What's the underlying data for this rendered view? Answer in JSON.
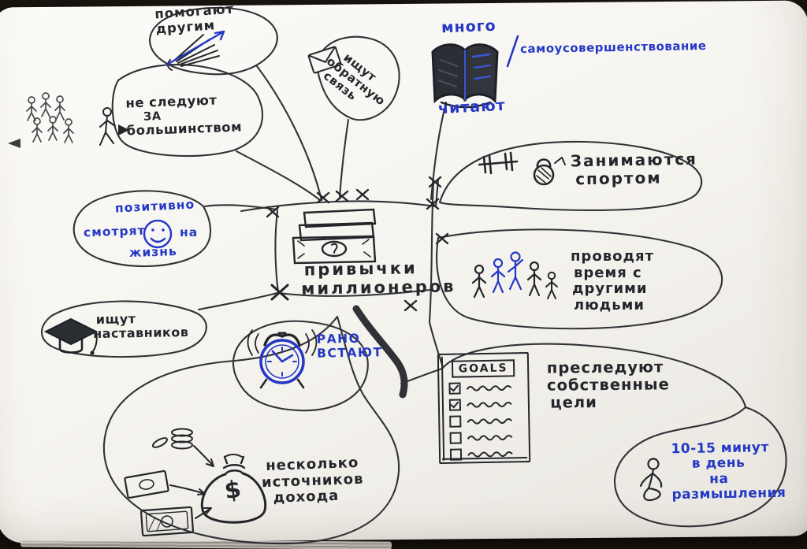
{
  "colors": {
    "ink": "#24262b",
    "blue": "#2438c6",
    "paper": "#f6f4ef"
  },
  "center": {
    "l1": "привычки",
    "l2": "миллионеров"
  },
  "nodes": {
    "help": {
      "l1": "помогают",
      "l2": "другим"
    },
    "follow": {
      "l1": "не следуют",
      "l2": "ЗА",
      "l3": "большинством"
    },
    "feedback": {
      "l1": "ищут",
      "l2": "обратную",
      "l3": "связь"
    },
    "read": {
      "l1": "много",
      "l2": "читают"
    },
    "self_improvement": {
      "label": "самоусовершенствование"
    },
    "sport": {
      "l1": "Занимаются",
      "l2": "спортом"
    },
    "people": {
      "l1": "проводят",
      "l2": "время с",
      "l3": "другими",
      "l4": "людьми"
    },
    "goals": {
      "l1": "преследуют",
      "l2": "собственные",
      "l3": "цели"
    },
    "reflect": {
      "l1": "10-15 минут",
      "l2": "в день",
      "l3": "на",
      "l4": "размышления"
    },
    "income": {
      "l1": "несколько",
      "l2": "источников",
      "l3": "дохода"
    },
    "early": {
      "l1": "РАНО",
      "l2": "ВСТАЮТ"
    },
    "mentors": {
      "l1": "ищут",
      "l2": "наставников"
    },
    "positive": {
      "l1": "позитивно",
      "l2": "смотрят",
      "l3": "на",
      "l4": "жизнь"
    }
  },
  "goals_box": {
    "title": "GOALS"
  },
  "moneybag": {
    "symbol": "$"
  },
  "icons": {
    "book": "open-book",
    "envelope": "mail-envelope",
    "dumbbell": "barbell",
    "kettlebell": "kettlebell",
    "alarm": "alarm-clock",
    "smiley": "smiling-face",
    "gradcap": "graduation-cap",
    "moneybag": "money-bag",
    "coins": "coin-stack",
    "banknotes": "banknotes",
    "crowd": "group-of-people",
    "walker": "single-person-walking",
    "thinker": "sitting-person",
    "helping": "radiating-lines-with-arrow",
    "bills": "banknote-stack"
  }
}
